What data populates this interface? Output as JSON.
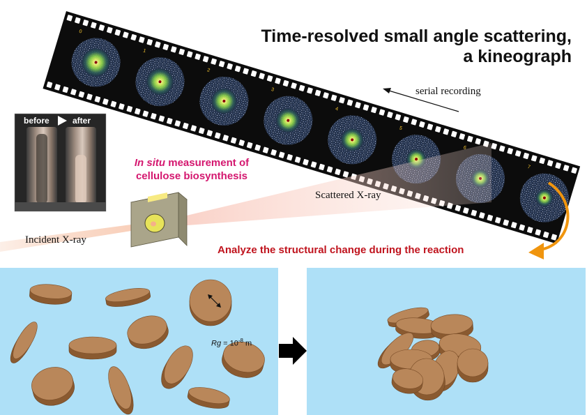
{
  "title": {
    "line1": "Time-resolved small angle scattering,",
    "line2": "a kineograph"
  },
  "labels": {
    "serial_recording": "serial recording",
    "scattered_xray": "Scattered X-ray",
    "incident_xray": "Incident X-ray",
    "insitu_italic": "In situ",
    "insitu_rest": " measurement of",
    "insitu_line2": "cellulose biosynthesis",
    "analyze": "Analyze the structural change during the reaction",
    "rg_symbol": "Rg",
    "rg_value": " = 10",
    "rg_exponent": "-8",
    "rg_unit": " m"
  },
  "photo": {
    "before": "before",
    "after": "after"
  },
  "film_frames": [
    "0",
    "1",
    "2",
    "3",
    "4",
    "5",
    "6",
    "7"
  ],
  "colors": {
    "title": "#111111",
    "insitu": "#d4176f",
    "analyze": "#c0141e",
    "curved_arrow": "#f0950e",
    "panel_bg": "#aee0f7",
    "disk": "#b9875a",
    "beam": "#e7a47c",
    "frame_number": "#f2c230"
  },
  "icons": {
    "transition_arrow": "arrow-right-icon",
    "photo_arrow": "play-triangle-icon",
    "size_arrow": "double-arrow-icon",
    "analyze_arrow": "curved-arrow-icon"
  }
}
